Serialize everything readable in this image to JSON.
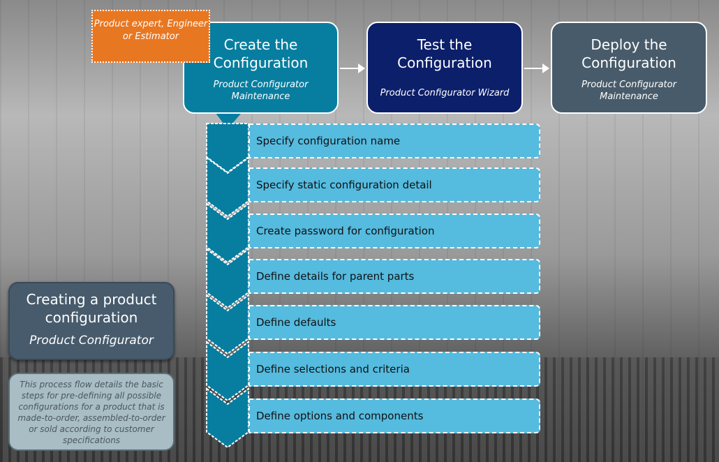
{
  "role_callout": "Product expert, Engineer or Estimator",
  "stages": [
    {
      "title": "Create the Configuration",
      "subtitle": "Product Configurator Maintenance",
      "color": "#077ea0"
    },
    {
      "title": "Test the Configuration",
      "subtitle": "Product Configurator Wizard",
      "color": "#0c1f6a"
    },
    {
      "title": "Deploy the Configuration",
      "subtitle": "Product Configurator Maintenance",
      "color": "#485b6a"
    }
  ],
  "steps": [
    "Specify configuration name",
    "Specify static configuration detail",
    "Create password for configuration",
    "Define details for parent parts",
    "Define defaults",
    "Define selections and criteria",
    "Define options and components"
  ],
  "summary": {
    "title": "Creating a product configuration",
    "subtitle": "Product Configurator",
    "description": "This process flow details the basic steps for pre-defining all possible configurations for a product that is made-to-order, assembled-to-order or sold according to customer specifications"
  }
}
